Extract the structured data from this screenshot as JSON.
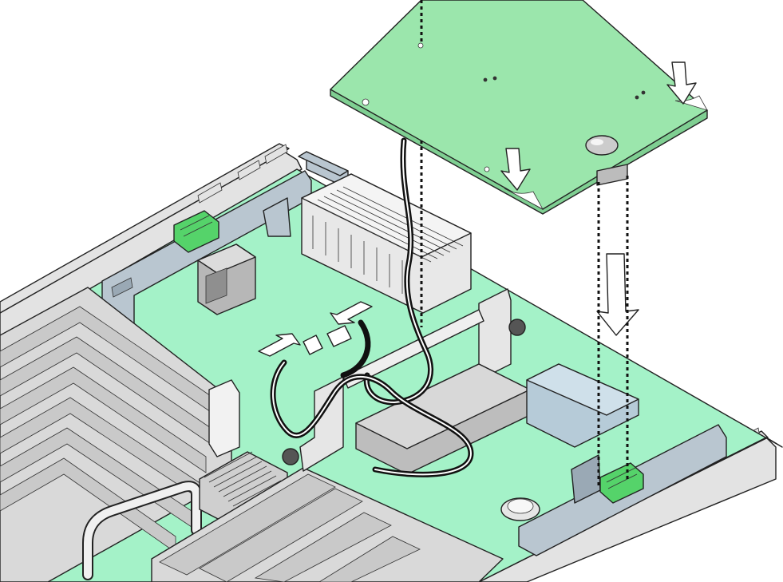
{
  "colors": {
    "board_green": "#a4f2c8",
    "mezzanine_green": "#9be6ac",
    "chassis_gray": "#e3e3e3",
    "bracket_blue": "#b9c6d0",
    "latch_green": "#55d36a",
    "cable_black": "#111111",
    "line_dark": "#222222",
    "background": "#ffffff"
  },
  "illustration": {
    "parts": {
      "chassis": "chassis-tray",
      "motherboard": "motherboard",
      "mezzanine": "mezzanine-card",
      "memory": "dimm-bank",
      "heatsink": "heatsink",
      "connector": "connector-block",
      "latch": "latch-clip",
      "cable": "cable-harness",
      "battery": "coin-battery"
    },
    "icons": {
      "push_down": "arrow-down-icon",
      "slide": "arrow-right-icon",
      "alignment": "dashed-guide-line"
    }
  }
}
